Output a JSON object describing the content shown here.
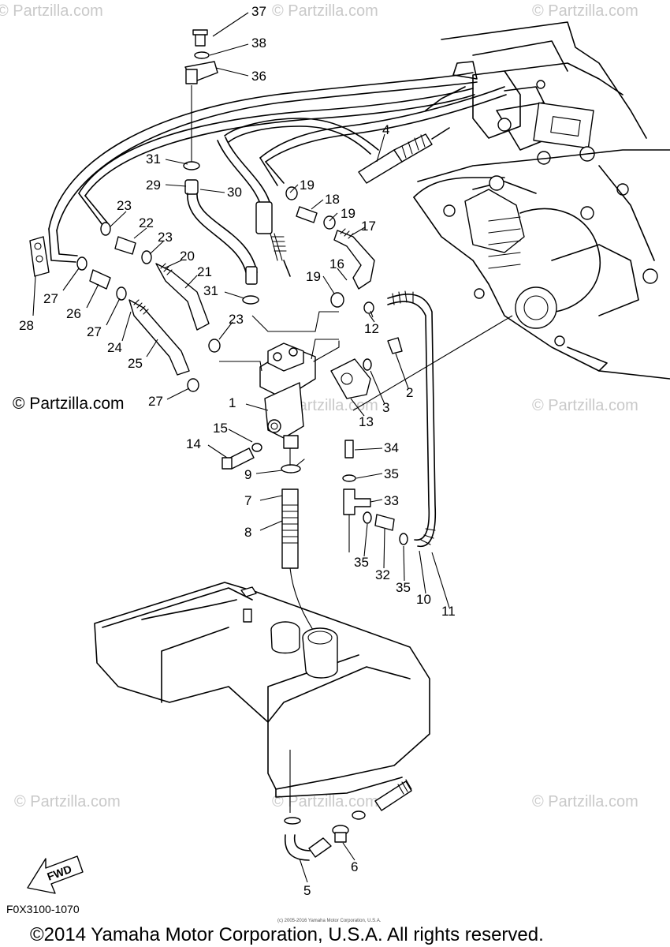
{
  "watermarks": {
    "text": "© Partzilla.com",
    "prominent": "© Partzilla.com"
  },
  "diagram_code": "F0X3100-1070",
  "copyright": "©2014 Yamaha Motor Corporation, U.S.A. All rights reserved.",
  "small_copyright": "(c) 2005-2016 Yamaha Motor Corporation, U.S.A.",
  "fwd_label": "FWD",
  "callouts": {
    "c1": "1",
    "c2": "2",
    "c3": "3",
    "c4": "4",
    "c5": "5",
    "c6": "6",
    "c7": "7",
    "c8": "8",
    "c9": "9",
    "c10": "10",
    "c11": "11",
    "c12": "12",
    "c13": "13",
    "c14": "14",
    "c15": "15",
    "c16": "16",
    "c17": "17",
    "c18": "18",
    "c19a": "19",
    "c19b": "19",
    "c19c": "19",
    "c20": "20",
    "c21": "21",
    "c22": "22",
    "c23a": "23",
    "c23b": "23",
    "c23c": "23",
    "c24": "24",
    "c25": "25",
    "c26": "26",
    "c27a": "27",
    "c27b": "27",
    "c27c": "27",
    "c28": "28",
    "c29": "29",
    "c30": "30",
    "c31a": "31",
    "c31b": "31",
    "c32": "32",
    "c33": "33",
    "c34": "34",
    "c35a": "35",
    "c35b": "35",
    "c35c": "35",
    "c36": "36",
    "c37": "37",
    "c38": "38"
  }
}
